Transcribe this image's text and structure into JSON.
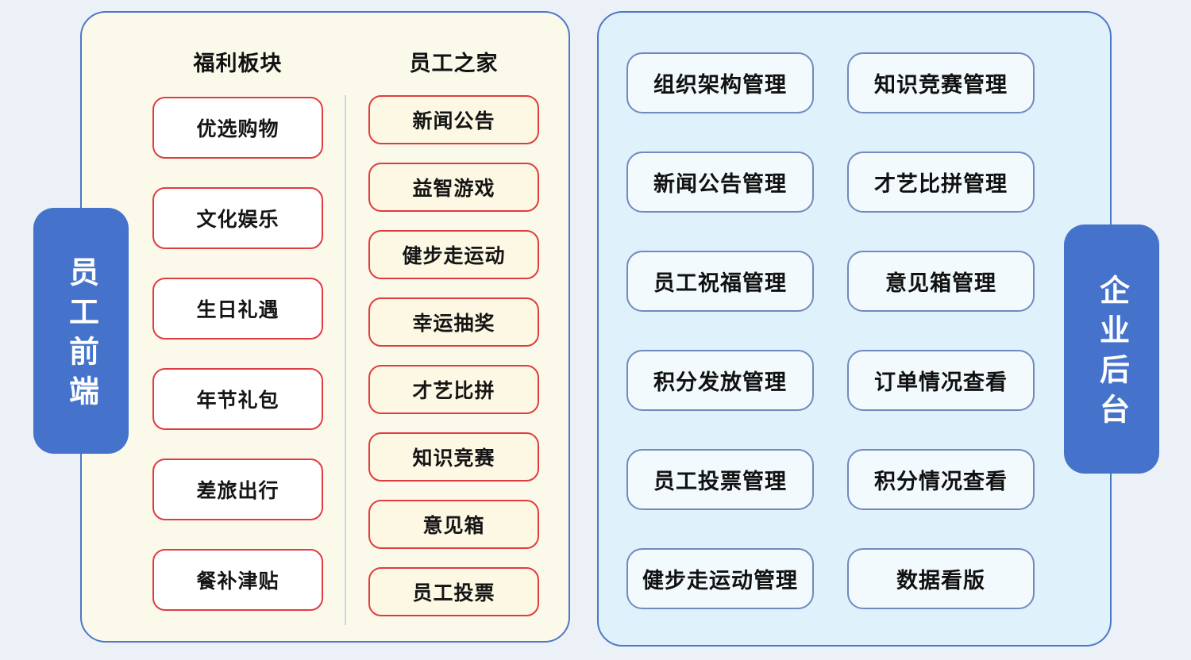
{
  "left_panel": {
    "tab_label": "员工前端",
    "columns": [
      {
        "header": "福利板块",
        "items": [
          "优选购物",
          "文化娱乐",
          "生日礼遇",
          "年节礼包",
          "差旅出行",
          "餐补津贴"
        ]
      },
      {
        "header": "员工之家",
        "items": [
          "新闻公告",
          "益智游戏",
          "健步走运动",
          "幸运抽奖",
          "才艺比拼",
          "知识竞赛",
          "意见箱",
          "员工投票"
        ]
      }
    ]
  },
  "right_panel": {
    "tab_label": "企业后台",
    "rows": [
      [
        "组织架构管理",
        "知识竞赛管理"
      ],
      [
        "新闻公告管理",
        "才艺比拼管理"
      ],
      [
        "员工祝福管理",
        "意见箱管理"
      ],
      [
        "积分发放管理",
        "订单情况查看"
      ],
      [
        "员工投票管理",
        "积分情况查看"
      ],
      [
        "健步走运动管理",
        "数据看版"
      ]
    ]
  },
  "colors": {
    "page_bg": "#ECF1F8",
    "panel_border_blue": "#4C78C8",
    "left_panel_bg": "#FBF9EA",
    "right_panel_bg": "#DFF1FA",
    "tab_blue": "#4573CC",
    "tab_text": "#FFFFFF",
    "red_box_border": "#E03C40",
    "welfare_box_bg": "#FFFFFF",
    "home_box_bg": "#FDF8E3",
    "backend_box_bg": "#F2FAFD",
    "backend_box_border": "#7289C0",
    "column_divider": "#C9D9EA",
    "box_text": "#151515"
  }
}
